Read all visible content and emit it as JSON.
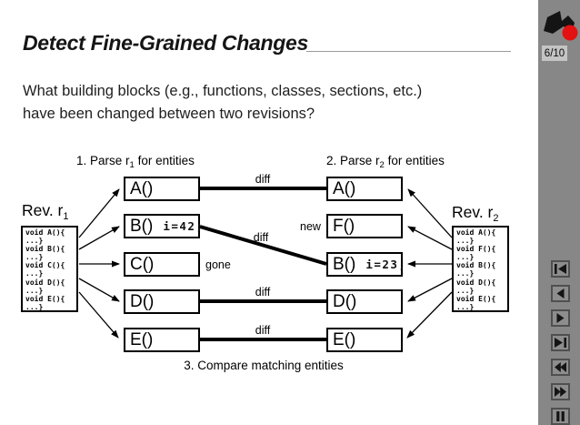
{
  "slide": {
    "title": "Detect Fine-Grained Changes",
    "page_indicator": "6/10",
    "question_line1": "What building blocks (e.g., functions, classes, sections, etc.)",
    "question_line2": "have been changed between two revisions?"
  },
  "diagram": {
    "step1": {
      "prefix": "1. Parse r",
      "sub": "1",
      "suffix": " for entities"
    },
    "step2": {
      "prefix": "2. Parse r",
      "sub": "2",
      "suffix": " for entities"
    },
    "step3": "3. Compare matching entities",
    "rev1": {
      "prefix": "Rev. r",
      "sub": "1",
      "code": "void A(){\n...}\nvoid B(){\n...}\nvoid C(){\n...}\nvoid D(){\n...}\nvoid E(){\n...}"
    },
    "rev2": {
      "prefix": "Rev. r",
      "sub": "2",
      "code": "void A(){\n...}\nvoid F(){\n...}\nvoid B(){\n...}\nvoid D(){\n...}\nvoid E(){\n...}"
    },
    "left_entities": [
      {
        "name": "A()",
        "note": ""
      },
      {
        "name": "B()",
        "note": "i=42;"
      },
      {
        "name": "C()",
        "note": ""
      },
      {
        "name": "D()",
        "note": ""
      },
      {
        "name": "E()",
        "note": ""
      }
    ],
    "right_entities": [
      {
        "name": "A()",
        "note": ""
      },
      {
        "name": "F()",
        "note": ""
      },
      {
        "name": "B()",
        "note": "i=23;"
      },
      {
        "name": "D()",
        "note": ""
      },
      {
        "name": "E()",
        "note": ""
      }
    ],
    "labels": {
      "diff_a": "diff",
      "diff_b": "diff",
      "diff_d": "diff",
      "diff_e": "diff",
      "new_f": "new",
      "gone_c": "gone"
    }
  },
  "sidebar": {
    "nav_icons": [
      "skip-first",
      "step-back",
      "step-forward",
      "skip-last",
      "fast-rewind",
      "fast-forward",
      "pause"
    ],
    "colors": {
      "accent_red": "#e31111",
      "sidebar_gray": "#878787",
      "badge_gray": "#c4c4c4"
    }
  }
}
